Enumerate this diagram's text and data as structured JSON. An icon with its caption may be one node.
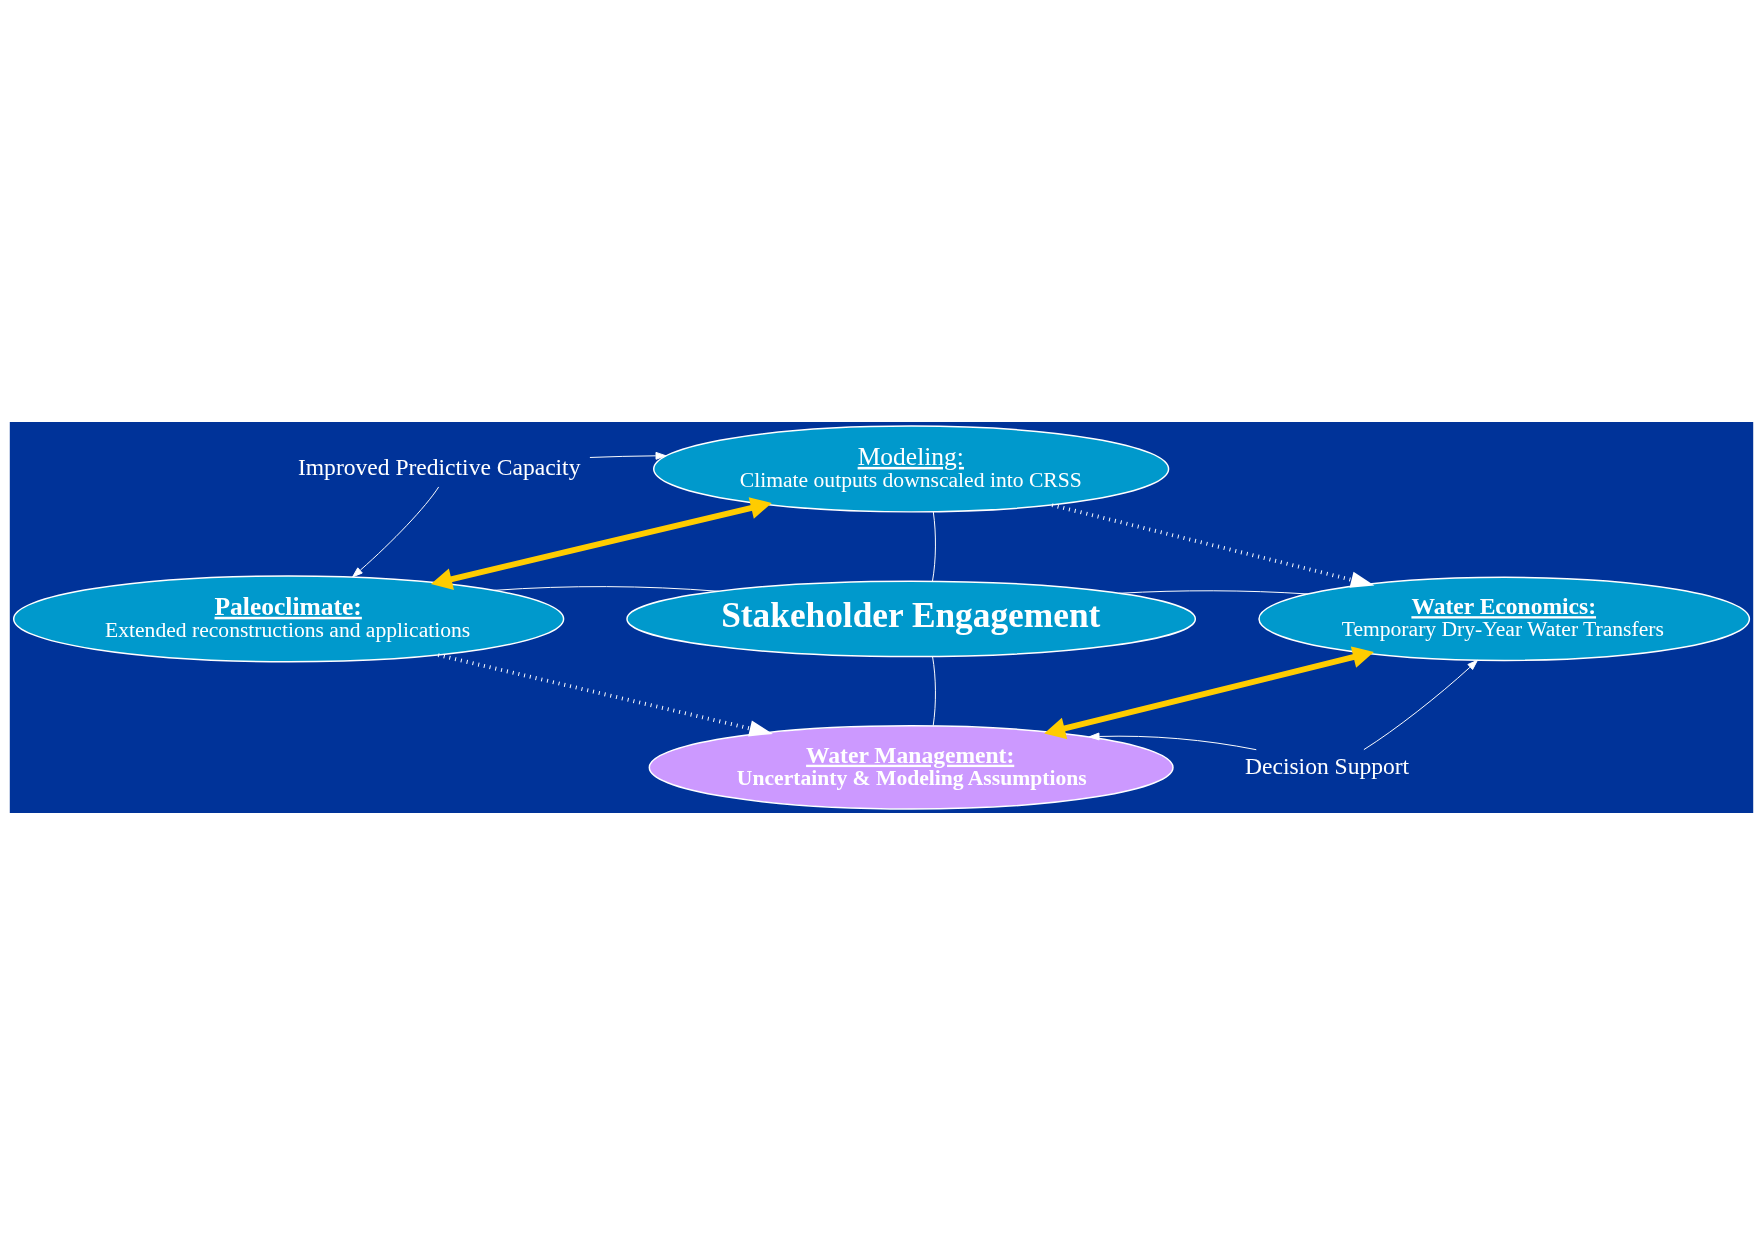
{
  "diagram": {
    "nodes": [
      {
        "text": [
          "Modeling:",
          "Climate outputs downscaled into CRSS"
        ]
      },
      {
        "text": [
          "Paleoclimate:",
          "Extended reconstructions and applications"
        ]
      },
      {
        "text": [
          "Stakeholder Engagement"
        ]
      },
      {
        "text": [
          "Water Economics:",
          "Temporary Dry-Year Water Transfers"
        ]
      },
      {
        "text": [
          "Water Management:",
          "Uncertainty & Modeling Assumptions"
        ]
      },
      {
        "text": [
          "Improved Predictive Capacity"
        ]
      },
      {
        "text": [
          "Decision Support"
        ]
      }
    ],
    "edges": [
      {
        "from": 2,
        "to": 0,
        "arrow": "none"
      },
      {
        "from": 2,
        "to": 1,
        "arrow": "none"
      },
      {
        "from": 2,
        "to": 3,
        "arrow": "none"
      },
      {
        "from": 2,
        "to": 4,
        "arrow": "none"
      },
      {
        "from": 1,
        "to": 0,
        "arrow": "both",
        "style": "thick",
        "color": "#ffcc00"
      },
      {
        "from": 0,
        "to": 3,
        "arrow": "to",
        "style": "dashed"
      },
      {
        "from": 1,
        "to": 4,
        "arrow": "to",
        "style": "dashed"
      },
      {
        "from": 4,
        "to": 3,
        "arrow": "both",
        "style": "thick",
        "color": "#ffcc00"
      },
      {
        "from": 5,
        "to": 0,
        "arrow": "to"
      },
      {
        "from": 5,
        "to": 1,
        "arrow": "to"
      },
      {
        "from": 6,
        "to": 4,
        "arrow": "to"
      },
      {
        "from": 6,
        "to": 3,
        "arrow": "to"
      }
    ]
  }
}
